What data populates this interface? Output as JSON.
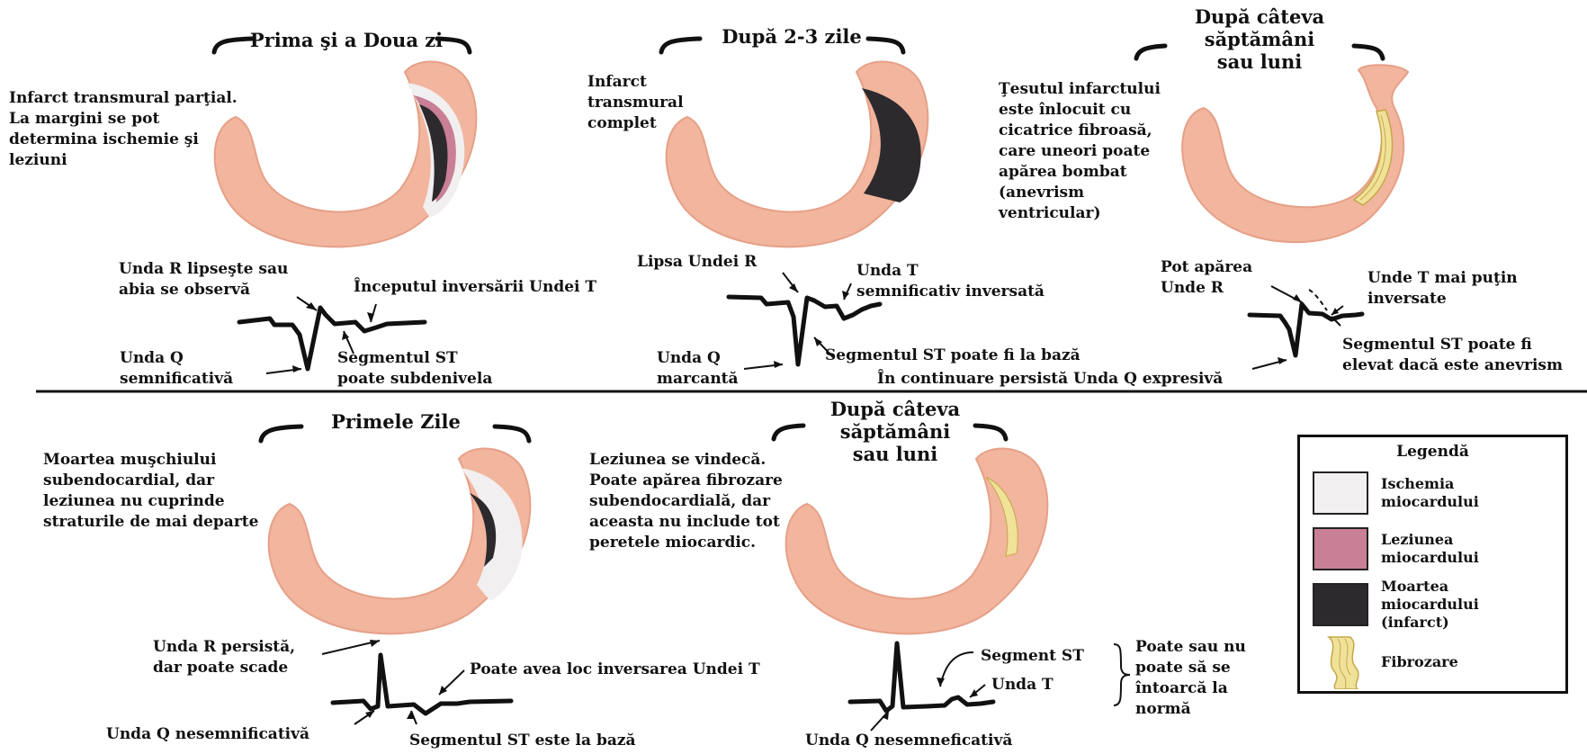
{
  "colors": {
    "muscle": "#f2b59e",
    "muscle_edge": "#e6a088",
    "infarct": "#2d2a2e",
    "injury": "#c97f95",
    "ischemia": "#f1efef",
    "fibrosis": "#f1e29a",
    "fibrosis_line": "#c4a84a"
  },
  "top": {
    "panel1": {
      "title": "Prima şi a Doua zi",
      "description": "Infarct transmural parţial.\nLa margini se pot\ndetermina ischemie şi\nleziuni",
      "r_label": "Unda R lipseşte sau\nabia se observă",
      "t_label": "Începutul inversării Undei T",
      "q_label": "Unda Q\nsemnificativă",
      "st_label": "Segmentul ST\npoate subdenivela"
    },
    "panel2": {
      "title": "După 2-3 zile",
      "description": "Infarct\ntransmural\ncomplet",
      "r_label": "Lipsa Undei R",
      "t_label": "Unda T\nsemnificativ inversată",
      "q_label": "Unda Q\nmarcantă",
      "st_label": "Segmentul ST poate fi la bază"
    },
    "panel3": {
      "title": "După câteva\nsăptămâni\nsau luni",
      "description": "Ţesutul infarctului\neste înlocuit cu\ncicatrice fibroasă,\ncare uneori poate\napărea bombat\n(anevrism\nventricular)",
      "r_label": "Pot apărea\nUnde R",
      "t_label": "Unde T mai puţin\ninversate",
      "st_label": "Segmentul ST poate fi\nelevat dacă este anevrism",
      "q_label": "În continuare persistă Unda Q expresivă"
    }
  },
  "bottom": {
    "panel1": {
      "title": "Primele Zile",
      "description": "Moartea muşchiului\nsubendocardial, dar\nleziunea nu cuprinde\nstraturile de mai departe",
      "r_label": "Unda R persistă,\ndar poate scade",
      "t_label": "Poate avea loc inversarea Undei T",
      "q_label": "Unda Q nesemnificativă",
      "st_label": "Segmentul ST este la bază"
    },
    "panel2": {
      "title": "După câteva\nsăptămâni\nsau luni",
      "description": "Leziunea se vindecă.\nPoate apărea fibrozare\nsubendocardială, dar\naceasta nu include tot\nperetele miocardic.",
      "st_label": "Segment ST",
      "t_label": "Unda T",
      "q_label": "Unda Q nesemneficativă",
      "return_label": "Poate sau nu\npoate să se\nîntoarcă la\nnormă"
    }
  },
  "legend": {
    "title": "Legendă",
    "items": [
      {
        "label": "Ischemia\nmiocardului",
        "color": "#f1efef"
      },
      {
        "label": "Leziunea\nmiocardului",
        "color": "#c97f95"
      },
      {
        "label": "Moartea\nmiocardului\n(infarct)",
        "color": "#2d2a2e"
      },
      {
        "label": "Fibrozare",
        "color": "#f1e29a"
      }
    ]
  }
}
